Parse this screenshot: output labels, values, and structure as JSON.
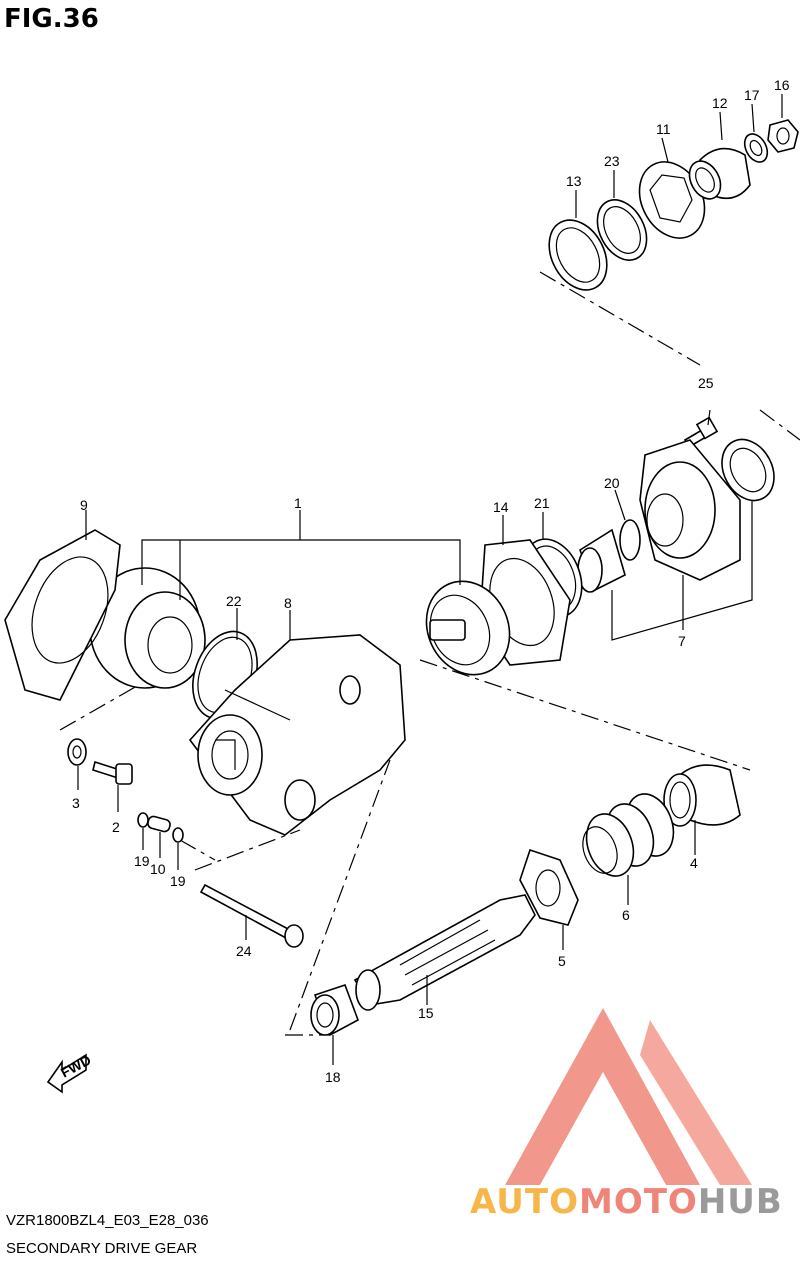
{
  "figure": {
    "title": "FIG.36",
    "model_code": "VZR1800BZL4_E03_E28_036",
    "diagram_name": "SECONDARY DRIVE GEAR"
  },
  "callouts": [
    "1",
    "2",
    "3",
    "4",
    "5",
    "6",
    "7",
    "8",
    "9",
    "10",
    "11",
    "12",
    "13",
    "14",
    "15",
    "16",
    "17",
    "18",
    "19",
    "19",
    "20",
    "21",
    "22",
    "23",
    "24",
    "25"
  ],
  "fwd_label": "FWD",
  "watermark": {
    "part_a": "AUTO",
    "part_b": "MOTO",
    "part_c": "HUB",
    "colors": {
      "orange": "#f7b64a",
      "red": "#ef8579",
      "gray": "#9a9a9a"
    }
  }
}
